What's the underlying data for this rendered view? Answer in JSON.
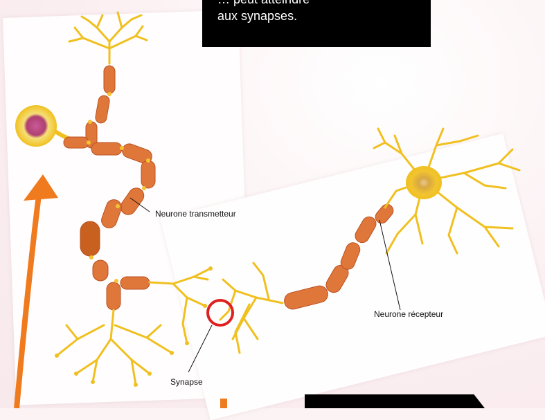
{
  "caption": {
    "line1": "… peut atteindre",
    "line2": "aux synapses."
  },
  "labels": {
    "transmitter": "Neurone transmetteur",
    "receiver": "Neurone récepteur",
    "synapse": "Synapse"
  },
  "colors": {
    "dendrite": "#f0c020",
    "axon_fill": "#e0773a",
    "myelin_node": "#f4c430",
    "arrow": "#f07a1e",
    "synapse_circle": "#e02020",
    "caption_bg": "#000000",
    "caption_text": "#ffffff"
  }
}
